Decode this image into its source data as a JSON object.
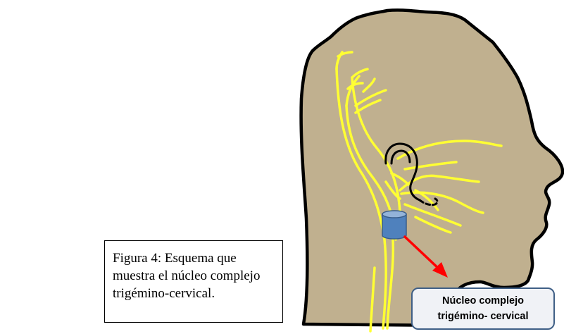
{
  "caption": {
    "text": "Figura 4: Esquema que muestra el núcleo complejo trigémino-cervical."
  },
  "callout": {
    "line1": "Núcleo complejo",
    "line2": "trigémino- cervical"
  },
  "colors": {
    "head_fill": "#c0b08f",
    "outline": "#000000",
    "nerve": "#ffff33",
    "nucleus": "#4f81bd",
    "nucleus_top": "#93b3d9",
    "arrow": "#ff0000",
    "callout_border": "#3f5f86"
  },
  "icons": {
    "head": "head-profile",
    "ear": "ear-outline",
    "nucleus": "cylinder",
    "arrow": "arrow-down-right"
  }
}
